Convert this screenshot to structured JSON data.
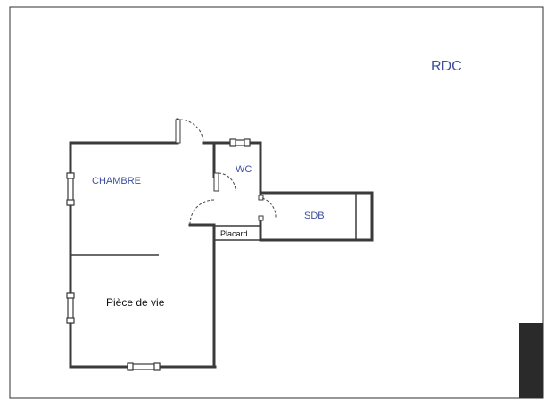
{
  "plan": {
    "level_label": "RDC",
    "rooms": {
      "chambre": "CHAMBRE",
      "wc": "WC",
      "sdb": "SDB",
      "placard": "Placard",
      "piece_de_vie": "Pièce de vie"
    }
  },
  "colors": {
    "label_blue": "#3d4f9e",
    "wall": "#3a3a3a",
    "watermark_bar": "#2a2a2a"
  }
}
